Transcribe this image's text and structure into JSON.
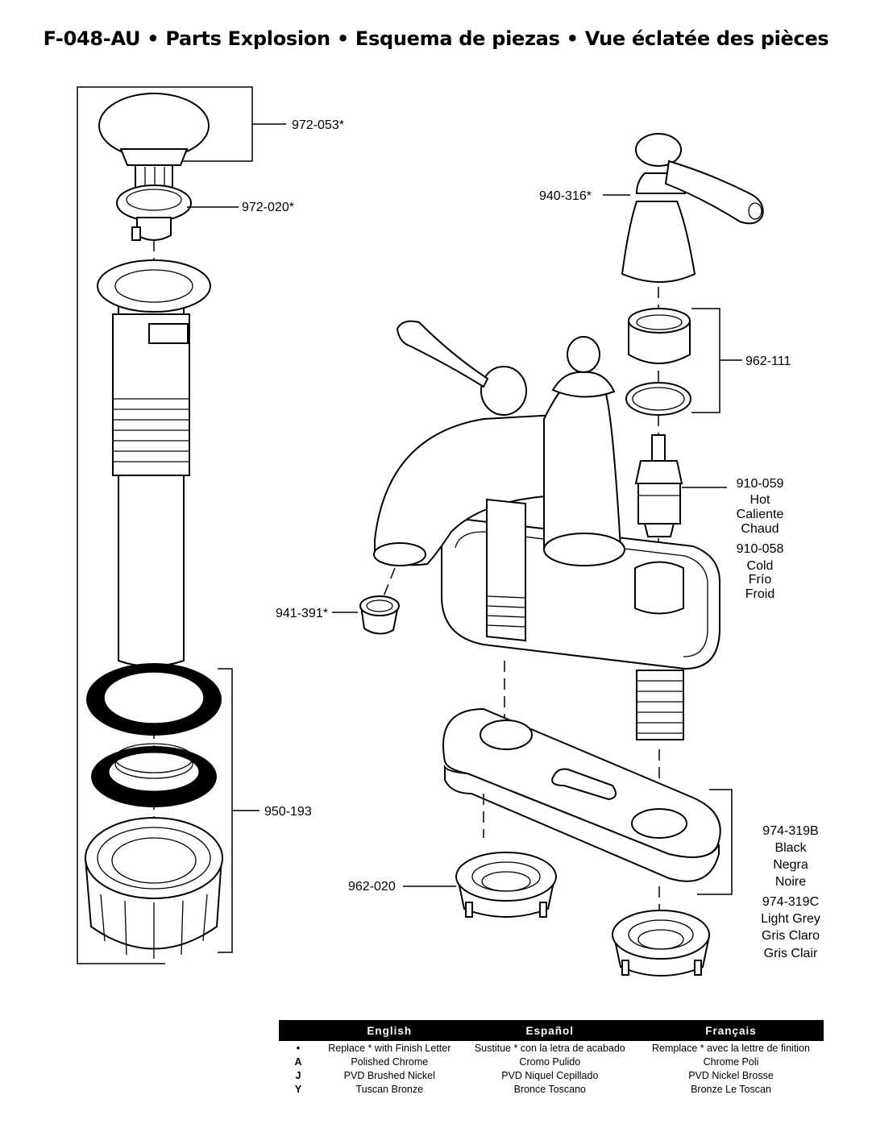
{
  "title": "F-048-AU • Parts Explosion • Esquema de piezas • Vue éclatée des pièces",
  "parts": {
    "p972_053": "972-053*",
    "p972_020": "972-020*",
    "p940_316": "940-316*",
    "p962_111": "962-111",
    "p910_059": "910-059",
    "hot_en": "Hot",
    "hot_es": "Caliente",
    "hot_fr": "Chaud",
    "p910_058": "910-058",
    "cold_en": "Cold",
    "cold_es": "Frío",
    "cold_fr": "Froid",
    "p941_391": "941-391*",
    "p950_193": "950-193",
    "p974_319B": "974-319B",
    "black_en": "Black",
    "black_es": "Negra",
    "black_fr": "Noire",
    "p974_319C": "974-319C",
    "grey_en": "Light Grey",
    "grey_es": "Gris Claro",
    "grey_fr": "Gris Clair",
    "p962_020": "962-020"
  },
  "finish_table": {
    "headers": [
      "English",
      "Español",
      "Français"
    ],
    "rows": [
      {
        "code": "•",
        "en": "Replace * with Finish Letter",
        "es": "Sustitue * con la letra de acabado",
        "fr": "Remplace * avec la lettre de finition"
      },
      {
        "code": "A",
        "en": "Polished Chrome",
        "es": "Cromo Pulido",
        "fr": "Chrome Poli"
      },
      {
        "code": "J",
        "en": "PVD Brushed Nickel",
        "es": "PVD Niquel Cepillado",
        "fr": "PVD Nickel Brosse"
      },
      {
        "code": "Y",
        "en": "Tuscan Bronze",
        "es": "Bronce Toscano",
        "fr": "Bronze Le Toscan"
      }
    ]
  }
}
